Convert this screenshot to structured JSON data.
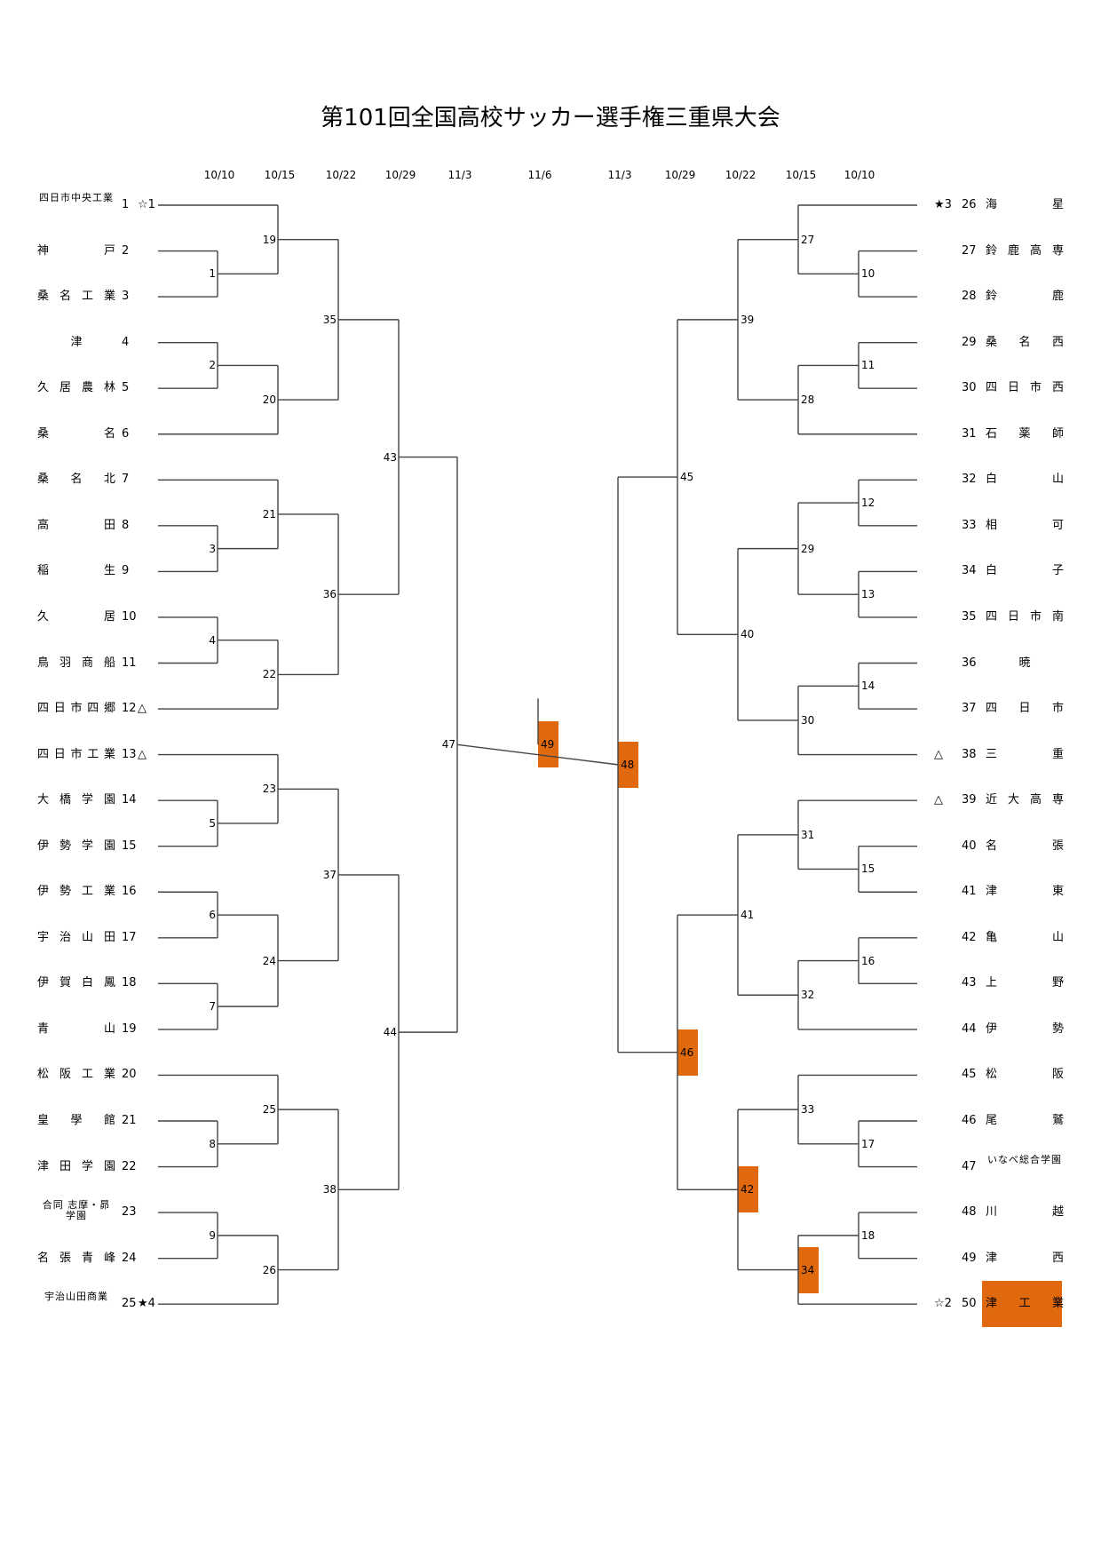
{
  "title": "第101回全国高校サッカー選手権三重県大会",
  "dates_left": [
    "10/10",
    "10/15",
    "10/22",
    "10/29",
    "11/3"
  ],
  "date_final": "11/6",
  "dates_right": [
    "11/3",
    "10/29",
    "10/22",
    "10/15",
    "10/10"
  ],
  "highlight_color": "#e0690e",
  "left_teams": [
    {
      "no": "1",
      "name": "四日市中央工業",
      "mark": "☆1"
    },
    {
      "no": "2",
      "name": "神戸",
      "mark": ""
    },
    {
      "no": "3",
      "name": "桑名工業",
      "mark": ""
    },
    {
      "no": "4",
      "name": "津",
      "mark": ""
    },
    {
      "no": "5",
      "name": "久居農林",
      "mark": ""
    },
    {
      "no": "6",
      "name": "桑名",
      "mark": ""
    },
    {
      "no": "7",
      "name": "桑名北",
      "mark": ""
    },
    {
      "no": "8",
      "name": "高田",
      "mark": ""
    },
    {
      "no": "9",
      "name": "稲生",
      "mark": ""
    },
    {
      "no": "10",
      "name": "久居",
      "mark": ""
    },
    {
      "no": "11",
      "name": "鳥羽商船",
      "mark": ""
    },
    {
      "no": "12",
      "name": "四日市四郷",
      "mark": "△"
    },
    {
      "no": "13",
      "name": "四日市工業",
      "mark": "△"
    },
    {
      "no": "14",
      "name": "大橋学園",
      "mark": ""
    },
    {
      "no": "15",
      "name": "伊勢学園",
      "mark": ""
    },
    {
      "no": "16",
      "name": "伊勢工業",
      "mark": ""
    },
    {
      "no": "17",
      "name": "宇治山田",
      "mark": ""
    },
    {
      "no": "18",
      "name": "伊賀白鳳",
      "mark": ""
    },
    {
      "no": "19",
      "name": "青山",
      "mark": ""
    },
    {
      "no": "20",
      "name": "松阪工業",
      "mark": ""
    },
    {
      "no": "21",
      "name": "皇學館",
      "mark": ""
    },
    {
      "no": "22",
      "name": "津田学園",
      "mark": ""
    },
    {
      "no": "23",
      "name": "合同 志摩・昴学園",
      "mark": ""
    },
    {
      "no": "24",
      "name": "名張青峰",
      "mark": ""
    },
    {
      "no": "25",
      "name": "宇治山田商業",
      "mark": "★4"
    }
  ],
  "right_teams": [
    {
      "no": "26",
      "name": "海星",
      "mark": "★3"
    },
    {
      "no": "27",
      "name": "鈴鹿高専",
      "mark": ""
    },
    {
      "no": "28",
      "name": "鈴鹿",
      "mark": ""
    },
    {
      "no": "29",
      "name": "桑名西",
      "mark": ""
    },
    {
      "no": "30",
      "name": "四日市西",
      "mark": ""
    },
    {
      "no": "31",
      "name": "石薬師",
      "mark": ""
    },
    {
      "no": "32",
      "name": "白山",
      "mark": ""
    },
    {
      "no": "33",
      "name": "相可",
      "mark": ""
    },
    {
      "no": "34",
      "name": "白子",
      "mark": ""
    },
    {
      "no": "35",
      "name": "四日市南",
      "mark": ""
    },
    {
      "no": "36",
      "name": "暁",
      "mark": ""
    },
    {
      "no": "37",
      "name": "四日市",
      "mark": ""
    },
    {
      "no": "38",
      "name": "三重",
      "mark": "△"
    },
    {
      "no": "39",
      "name": "近大高専",
      "mark": "△"
    },
    {
      "no": "40",
      "name": "名張",
      "mark": ""
    },
    {
      "no": "41",
      "name": "津東",
      "mark": ""
    },
    {
      "no": "42",
      "name": "亀山",
      "mark": ""
    },
    {
      "no": "43",
      "name": "上野",
      "mark": ""
    },
    {
      "no": "44",
      "name": "伊勢",
      "mark": ""
    },
    {
      "no": "45",
      "name": "松阪",
      "mark": ""
    },
    {
      "no": "46",
      "name": "尾鷲",
      "mark": ""
    },
    {
      "no": "47",
      "name": "いなべ総合学園",
      "mark": ""
    },
    {
      "no": "48",
      "name": "川越",
      "mark": ""
    },
    {
      "no": "49",
      "name": "津西",
      "mark": ""
    },
    {
      "no": "50",
      "name": "津工業",
      "mark": "☆2"
    }
  ],
  "matches": {
    "left_r1": [
      "1",
      "2",
      "3",
      "4",
      "5",
      "6",
      "7",
      "8",
      "9"
    ],
    "left_r2": [
      "19",
      "20",
      "21",
      "22",
      "23",
      "24",
      "25",
      "26"
    ],
    "left_r3": [
      "35",
      "36",
      "37",
      "38"
    ],
    "left_r4": [
      "43",
      "44"
    ],
    "left_r5": "47",
    "final": "49",
    "right_r5": "48",
    "right_r4": [
      "45",
      "46"
    ],
    "right_r3": [
      "39",
      "40",
      "41",
      "42"
    ],
    "right_r2": [
      "27",
      "28",
      "29",
      "30",
      "31",
      "32",
      "33",
      "34"
    ],
    "right_r1": [
      "10",
      "11",
      "12",
      "13",
      "14",
      "15",
      "16",
      "17",
      "18"
    ]
  },
  "highlighted_matches": [
    "49",
    "48",
    "46",
    "42",
    "34"
  ],
  "highlighted_team": "50"
}
